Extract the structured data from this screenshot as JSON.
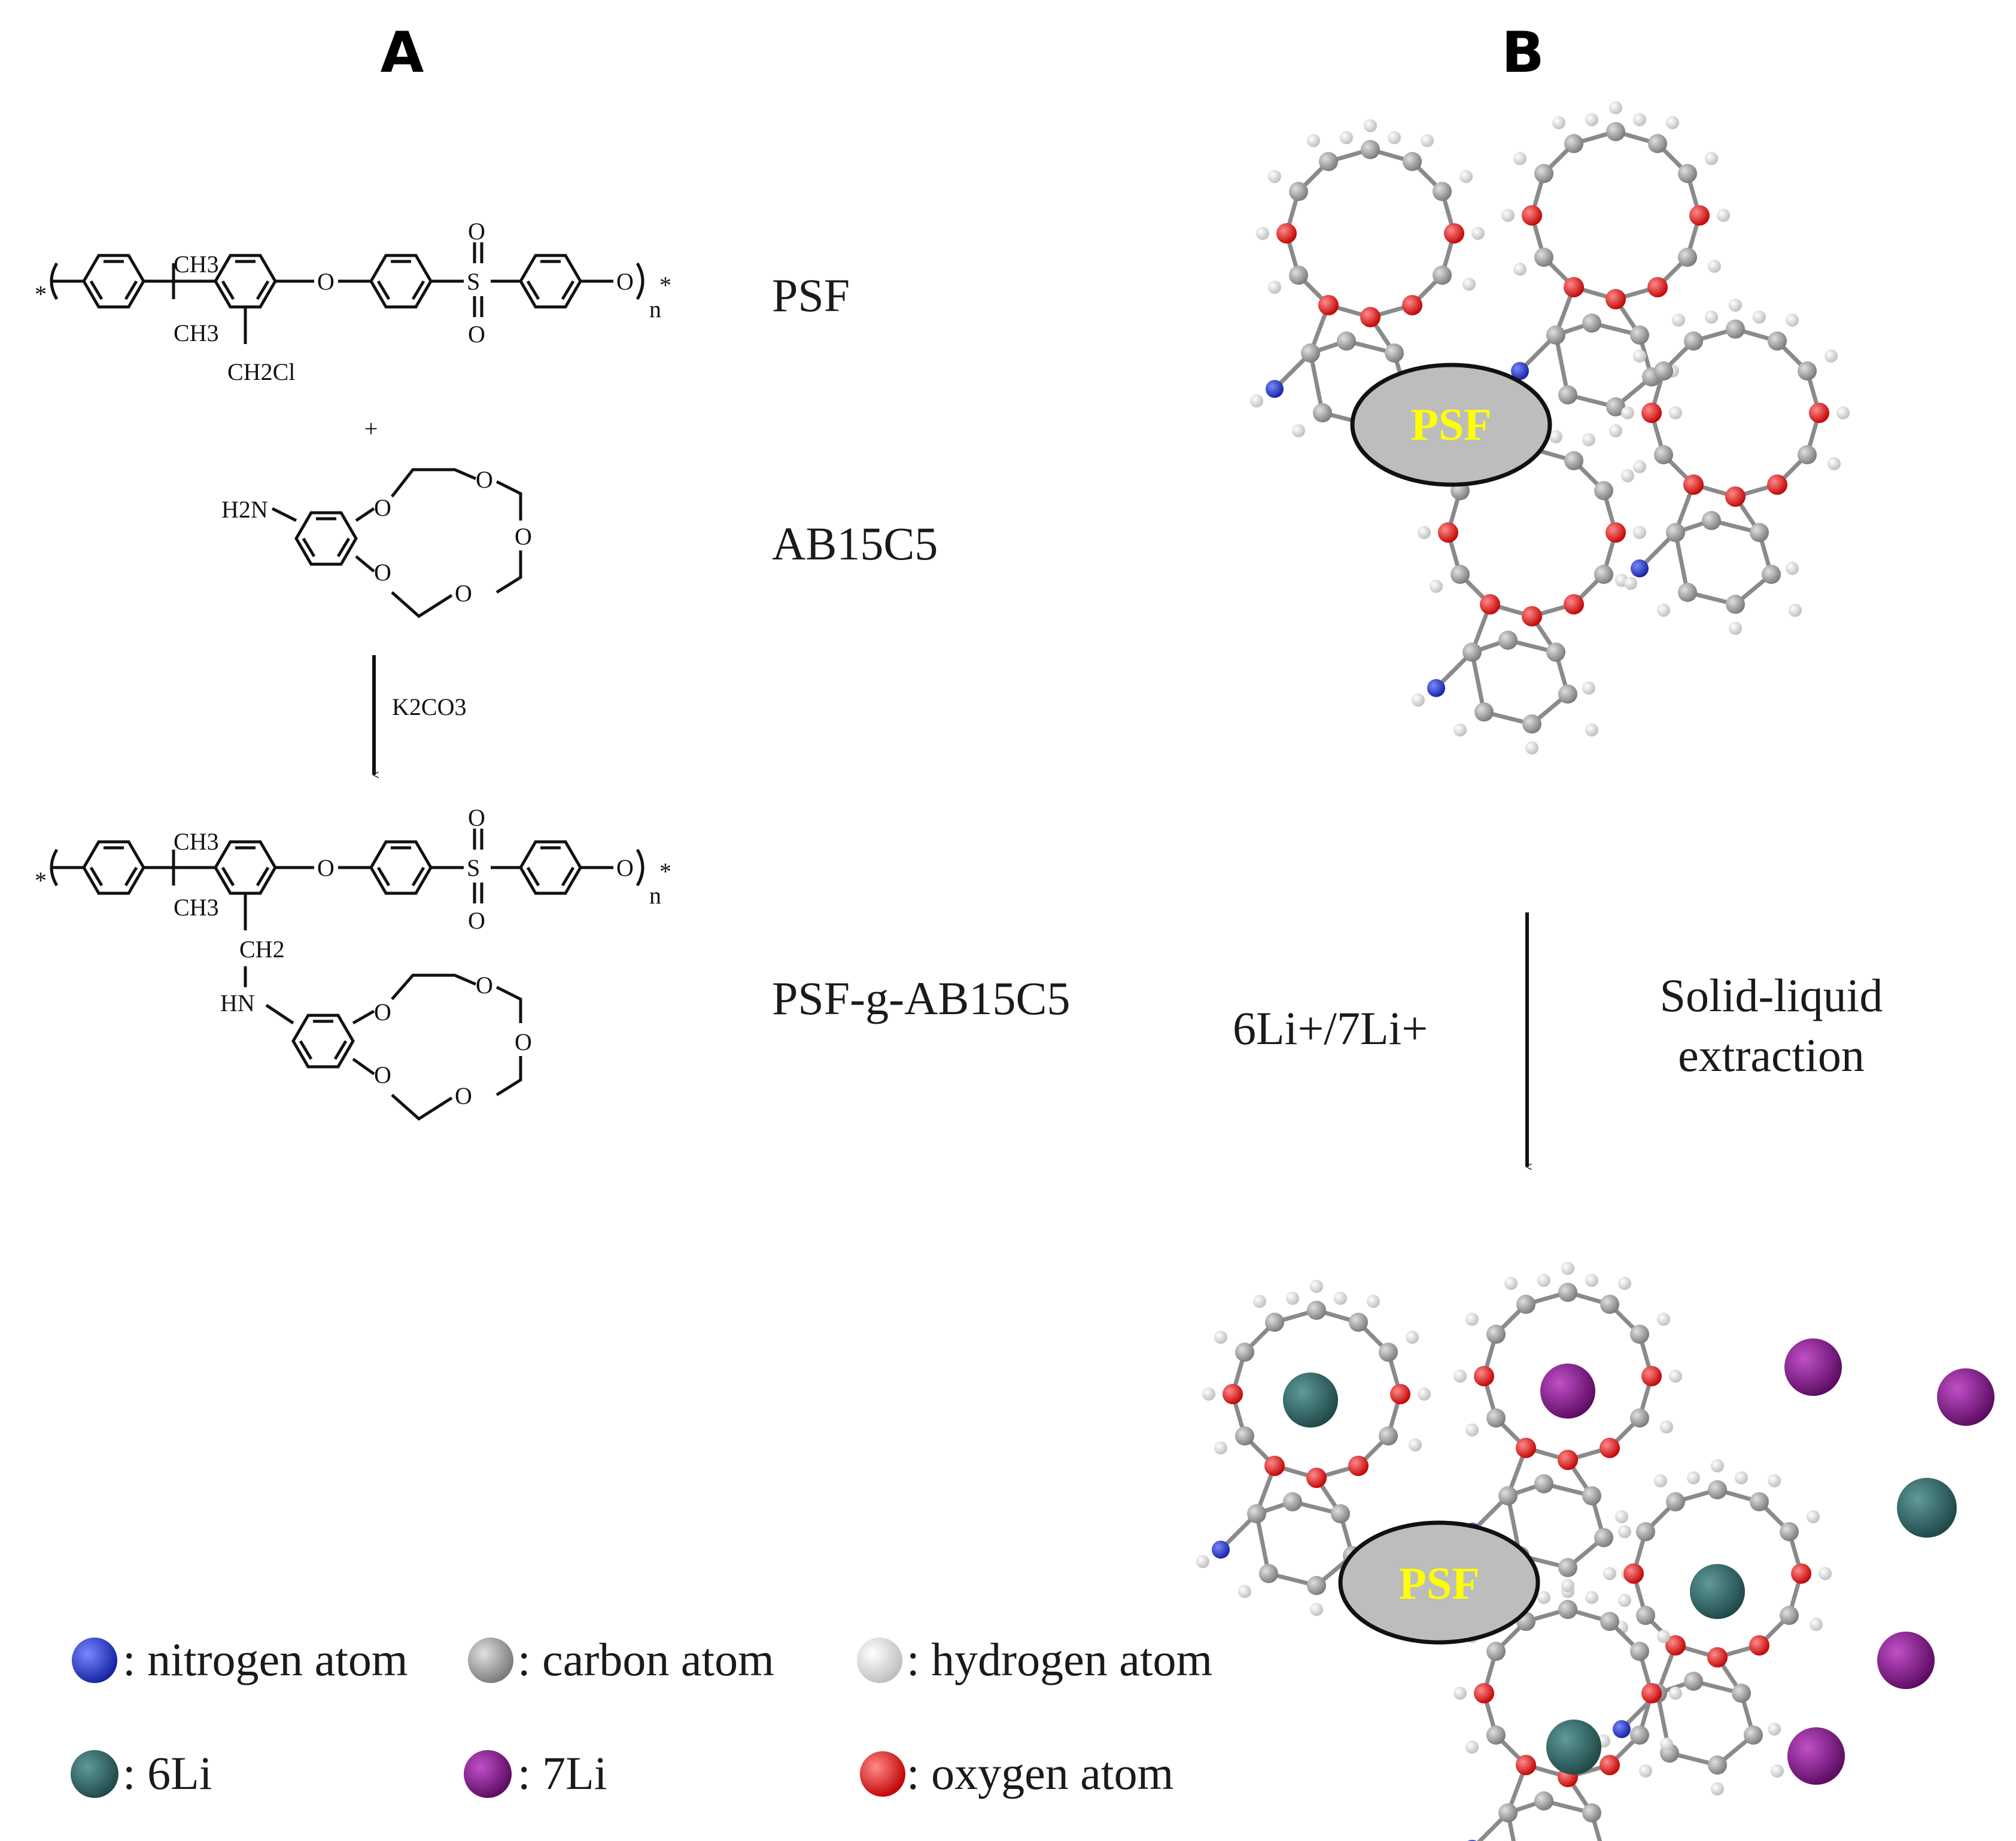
{
  "panels": {
    "a": "A",
    "b": "B"
  },
  "scheme": {
    "psf_label": "PSF",
    "ab15c5_label": "AB15C5",
    "product_label": "PSF-g-AB15C5",
    "reagent": "K2CO3",
    "plus": "+",
    "atoms": {
      "o": "O",
      "s": "S",
      "n": "n",
      "star": "*",
      "ch3": "CH3",
      "ch2cl": "CH2Cl",
      "ch2": "CH2",
      "h2n": "H2N",
      "hn": "HN"
    }
  },
  "process": {
    "ions": "6Li+/7Li+",
    "step_line1": "Solid-liquid",
    "step_line2": "extraction",
    "core_label": "PSF"
  },
  "legend": [
    {
      "key": "nitrogen",
      "label": ": nitrogen atom",
      "color": "#2233cc"
    },
    {
      "key": "carbon",
      "label": ": carbon atom",
      "color": "#9a9a9a"
    },
    {
      "key": "hydrogen",
      "label": ": hydrogen atom",
      "color": "#e8e8e8"
    },
    {
      "key": "li6",
      "label": ":  6Li",
      "color": "#2f6060"
    },
    {
      "key": "li7",
      "label": ":  7Li",
      "color": "#7a1a80"
    },
    {
      "key": "oxygen",
      "label": ": oxygen atom",
      "color": "#dd2222"
    }
  ],
  "colors": {
    "psf_fill": "#bdbdbd",
    "psf_text": "#ffff00"
  }
}
